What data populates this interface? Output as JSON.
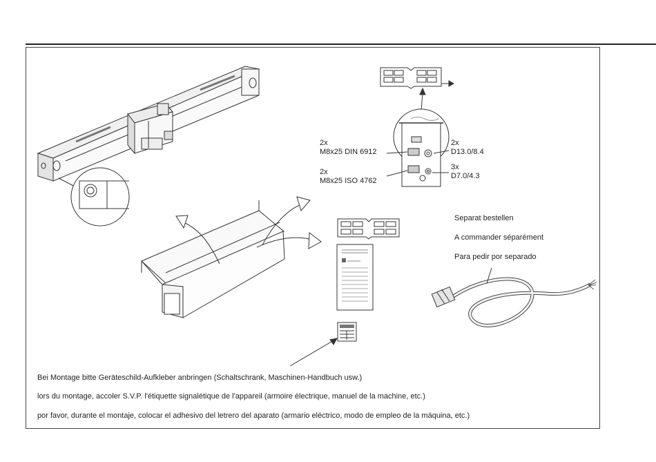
{
  "fasteners": {
    "left_top_qty": "2x",
    "left_top_spec": "M8x25 DIN 6912",
    "left_bottom_qty": "2x",
    "left_bottom_spec": "M8x25 ISO 4762",
    "right_top_qty": "2x",
    "right_top_spec": "D13.0/8.4",
    "right_bottom_qty": "3x",
    "right_bottom_spec": "D7.0/4.3"
  },
  "order_separately": {
    "de": "Separat bestellen",
    "fr": "A commander séparément",
    "es": "Para pedir por separado"
  },
  "mounting_notes": {
    "de": "Bei Montage bitte Geräteschild-Aufkleber  anbringen (Schaltschrank, Maschinen-Handbuch usw.)",
    "fr": "lors du montage, accoler S.V.P. l'étiquette signalétique de l'appareil (armoire électrique, manuel de la machine, etc.)",
    "es": "por favor, durante el montaje, colocar el adhesivo del letrero del aparato (armario eléctrico, modo de empleo de la máquina, etc.)"
  }
}
